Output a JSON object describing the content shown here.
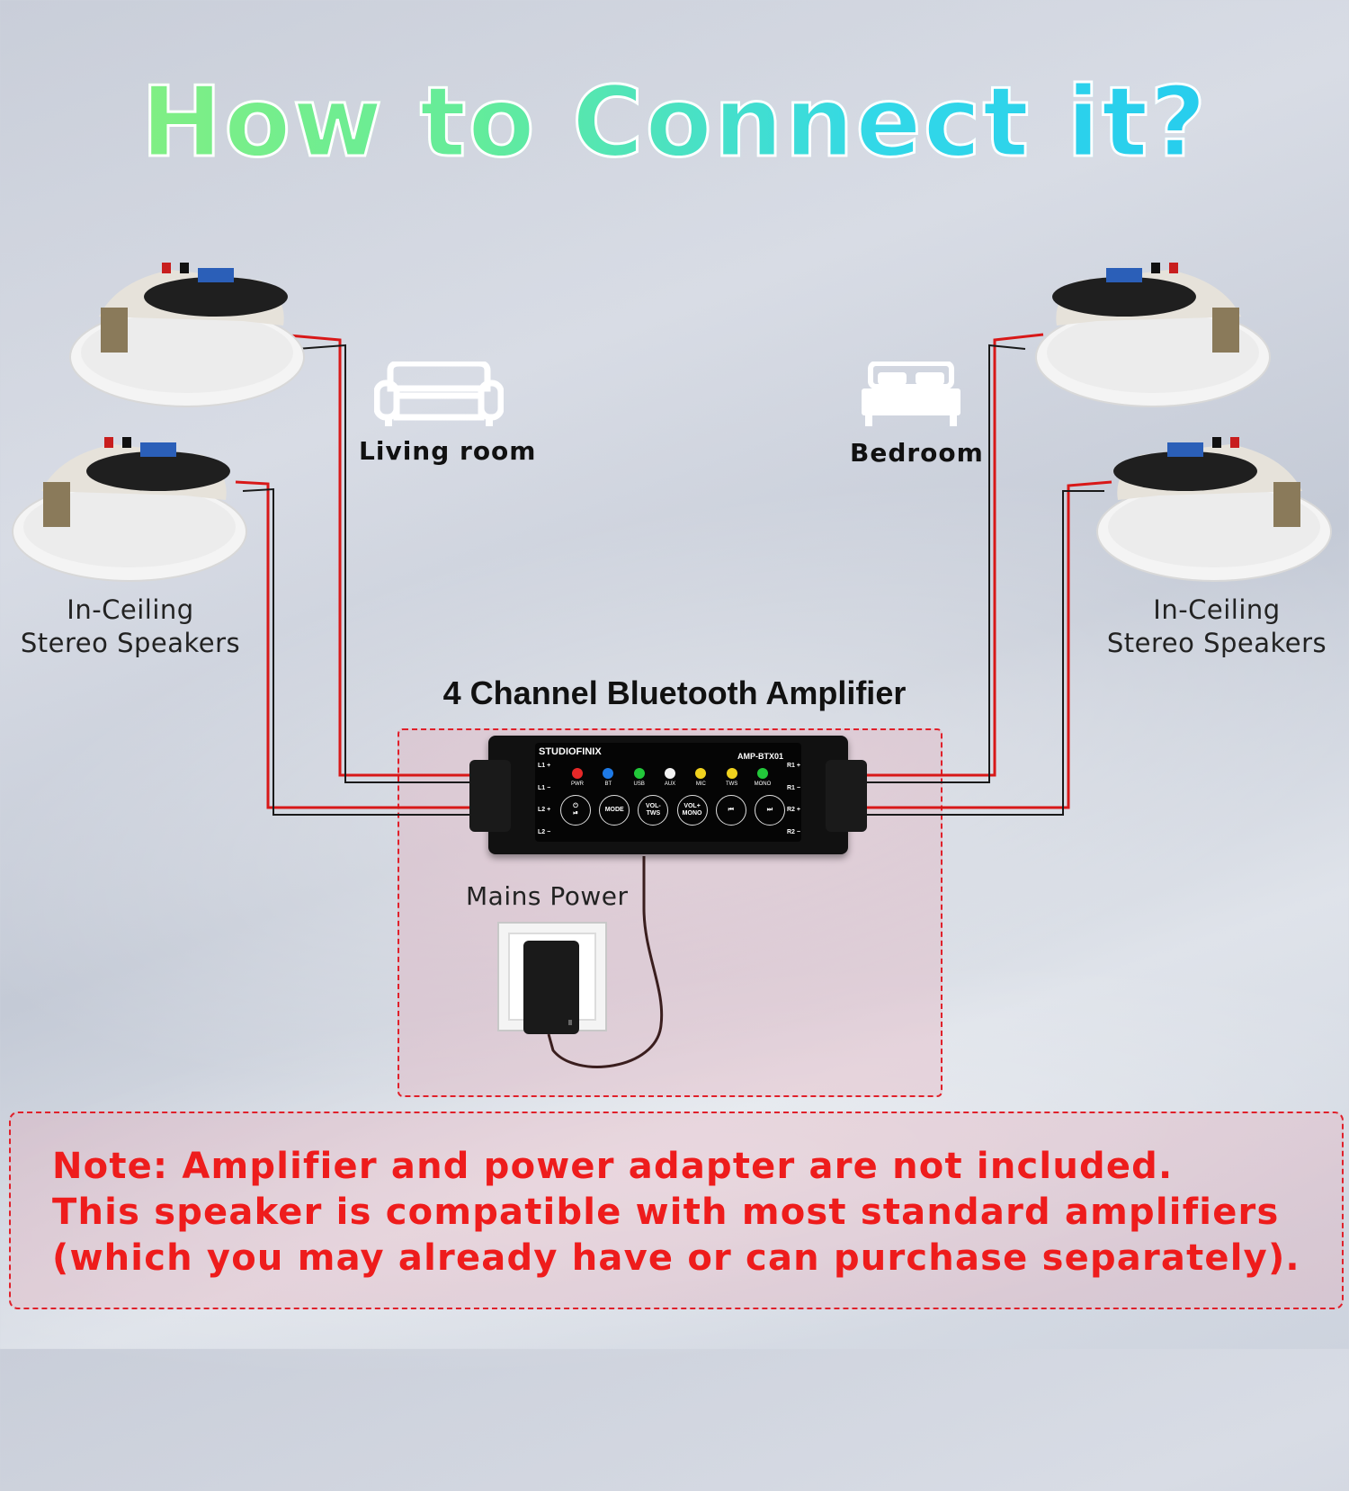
{
  "title": "How to Connect it?",
  "rooms": [
    {
      "name": "Living room",
      "icon": "sofa-icon"
    },
    {
      "name": "Bedroom",
      "icon": "bed-icon"
    }
  ],
  "speaker_labels": {
    "left": {
      "line1": "In-Ceiling",
      "line2": "Stereo Speakers"
    },
    "right": {
      "line1": "In-Ceiling",
      "line2": "Stereo Speakers"
    }
  },
  "amplifier": {
    "title": "4 Channel Bluetooth Amplifier",
    "brand": "STUDIOFINIX",
    "model": "AMP-BTX01",
    "leds": [
      {
        "label": "PWR",
        "color": "#e62828"
      },
      {
        "label": "BT",
        "color": "#1e7ae6"
      },
      {
        "label": "USB",
        "color": "#22c83a"
      },
      {
        "label": "AUX",
        "color": "#f2f2f2"
      },
      {
        "label": "MIC",
        "color": "#f0d21e"
      },
      {
        "label": "TWS",
        "color": "#f0d21e"
      },
      {
        "label": "MONO",
        "color": "#22c83a"
      }
    ],
    "buttons": [
      "⏻\n⏯",
      "MODE",
      "VOL-\nTWS",
      "VOL+\nMONO",
      "⏮",
      "⏭"
    ],
    "left_terminals": [
      "L1 +",
      "L1 −",
      "L2 +",
      "L2 −"
    ],
    "right_terminals": [
      "R1 +",
      "R1 −",
      "R2 +",
      "R2 −"
    ]
  },
  "power": {
    "label": "Mains Power"
  },
  "note": {
    "line1": "Note: Amplifier and power adapter are not included.",
    "line2": "This speaker is compatible with most standard amplifiers",
    "line3": "(which you may already have or can purchase separately)."
  },
  "colors": {
    "note_text": "#ee1c1c",
    "dashed_border": "#e0202a",
    "wire_red": "#d81818",
    "wire_black": "#1a1a1a"
  }
}
